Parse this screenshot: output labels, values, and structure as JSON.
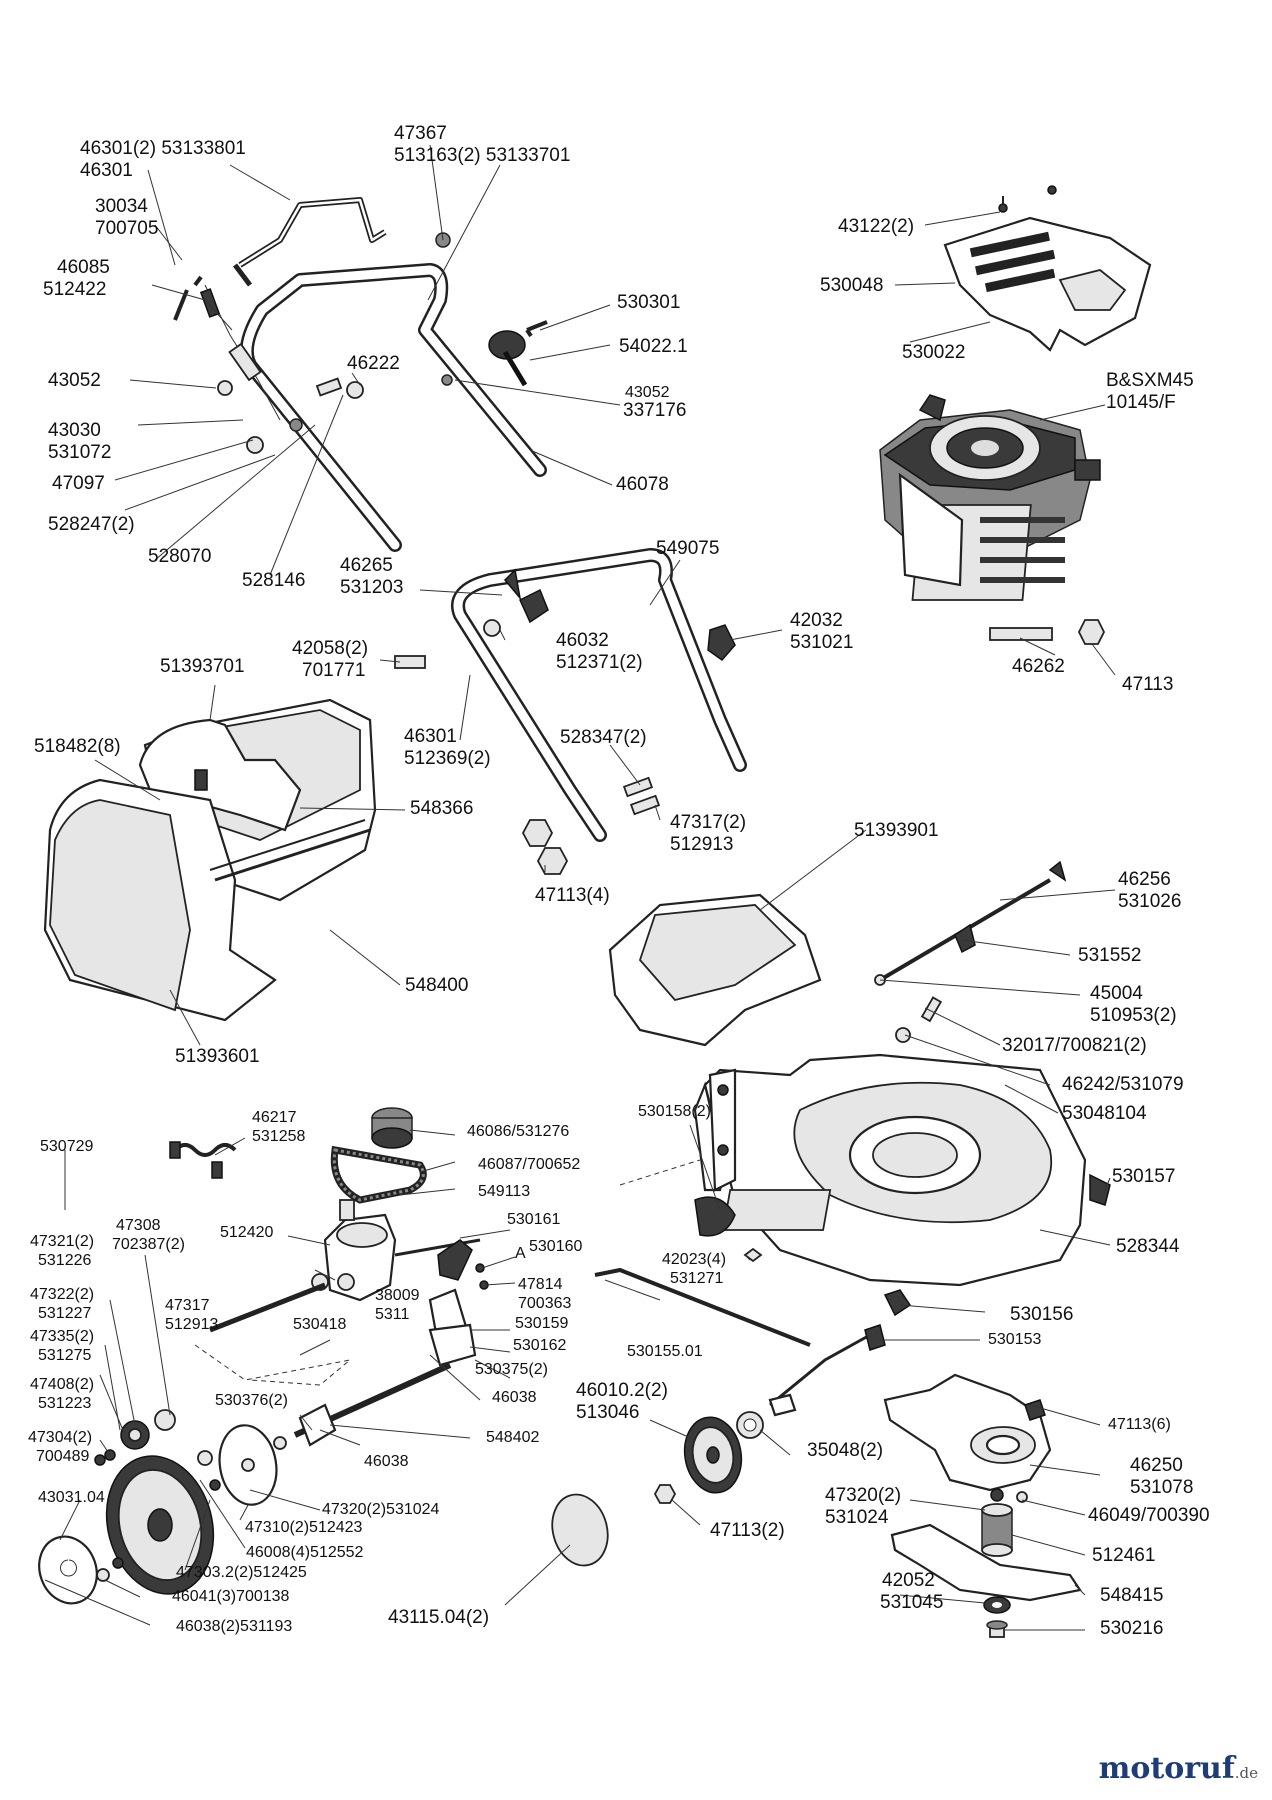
{
  "watermark": {
    "brand": "motoruf",
    "tld": ".de"
  },
  "labels": {
    "l01": {
      "lines": [
        "46301(2) 53133801",
        "46301"
      ]
    },
    "l02": {
      "lines": [
        "47367",
        "513163(2) 53133701"
      ]
    },
    "l03": {
      "lines": [
        "30034",
        "700705"
      ]
    },
    "l04": {
      "lines": [
        "46085",
        "512422"
      ]
    },
    "l05": {
      "lines": [
        "43052"
      ]
    },
    "l06": {
      "lines": [
        "43030",
        "531072"
      ]
    },
    "l07": {
      "lines": [
        "47097"
      ]
    },
    "l08": {
      "lines": [
        "528247(2)"
      ]
    },
    "l09": {
      "lines": [
        "528070"
      ]
    },
    "l10": {
      "lines": [
        "528146"
      ]
    },
    "l11": {
      "lines": [
        "46222"
      ]
    },
    "l12": {
      "lines": [
        "530301"
      ]
    },
    "l13": {
      "lines": [
        "54022.1"
      ]
    },
    "l14": {
      "lines": [
        "43052"
      ]
    },
    "l15": {
      "lines": [
        "337176"
      ]
    },
    "l16": {
      "lines": [
        "46078"
      ]
    },
    "l17": {
      "lines": [
        "43122(2)"
      ]
    },
    "l18": {
      "lines": [
        "530048"
      ]
    },
    "l19": {
      "lines": [
        "530022"
      ]
    },
    "l20": {
      "lines": [
        "B&SXM45",
        "10145/F"
      ]
    },
    "l21": {
      "lines": [
        "46265",
        "531203"
      ]
    },
    "l22": {
      "lines": [
        "549075"
      ]
    },
    "l23": {
      "lines": [
        "46032",
        "512371(2)"
      ]
    },
    "l24": {
      "lines": [
        "42032",
        "531021"
      ]
    },
    "l25": {
      "lines": [
        "42058(2)",
        "701771"
      ]
    },
    "l26": {
      "lines": [
        "46262"
      ]
    },
    "l27": {
      "lines": [
        "47113"
      ]
    },
    "l28": {
      "lines": [
        "51393701"
      ]
    },
    "l29": {
      "lines": [
        "518482(8)"
      ]
    },
    "l30": {
      "lines": [
        "548366"
      ]
    },
    "l31": {
      "lines": [
        "46301",
        "512369(2)"
      ]
    },
    "l32": {
      "lines": [
        "528347(2)"
      ]
    },
    "l33": {
      "lines": [
        "47317(2)",
        "512913"
      ]
    },
    "l34": {
      "lines": [
        "47113(4)"
      ]
    },
    "l35": {
      "lines": [
        "51393901"
      ]
    },
    "l36": {
      "lines": [
        "46256",
        "531026"
      ]
    },
    "l37": {
      "lines": [
        "531552"
      ]
    },
    "l38": {
      "lines": [
        "45004",
        "510953(2)"
      ]
    },
    "l39": {
      "lines": [
        "32017/700821(2)"
      ]
    },
    "l40": {
      "lines": [
        "548400"
      ]
    },
    "l41": {
      "lines": [
        "51393601"
      ]
    },
    "l42": {
      "lines": [
        "46242/531079"
      ]
    },
    "l43": {
      "lines": [
        "53048104"
      ]
    },
    "l44": {
      "lines": [
        "530729"
      ]
    },
    "l45": {
      "lines": [
        "46217",
        "531258"
      ]
    },
    "l46": {
      "lines": [
        "46086/531276"
      ]
    },
    "l47": {
      "lines": [
        "46087/700652"
      ]
    },
    "l48": {
      "lines": [
        "549113"
      ]
    },
    "l49": {
      "lines": [
        "530158(2)"
      ]
    },
    "l50": {
      "lines": [
        "530157"
      ]
    },
    "l51": {
      "lines": [
        "47308",
        "702387(2)"
      ]
    },
    "l52": {
      "lines": [
        "47321(2)",
        "531226"
      ]
    },
    "l53": {
      "lines": [
        "512420"
      ]
    },
    "l54": {
      "lines": [
        "530161"
      ]
    },
    "l55": {
      "lines": [
        "530160"
      ]
    },
    "l56": {
      "lines": [
        "A"
      ]
    },
    "l57": {
      "lines": [
        "47814",
        "700363"
      ]
    },
    "l58": {
      "lines": [
        "42023(4)",
        "531271"
      ]
    },
    "l59": {
      "lines": [
        "528344"
      ]
    },
    "l60": {
      "lines": [
        "47322(2)",
        "531227"
      ]
    },
    "l61": {
      "lines": [
        "47317",
        "512913"
      ]
    },
    "l62": {
      "lines": [
        "530418"
      ]
    },
    "l63": {
      "lines": [
        "38009",
        "5311"
      ]
    },
    "l64": {
      "lines": [
        "530159"
      ]
    },
    "l65": {
      "lines": [
        "530162"
      ]
    },
    "l66": {
      "lines": [
        "530375(2)"
      ]
    },
    "l67": {
      "lines": [
        "530155.01"
      ]
    },
    "l68": {
      "lines": [
        "530156"
      ]
    },
    "l69": {
      "lines": [
        "530153"
      ]
    },
    "l70": {
      "lines": [
        "47335(2)",
        "531275"
      ]
    },
    "l71": {
      "lines": [
        "47408(2)",
        "531223"
      ]
    },
    "l72": {
      "lines": [
        "530376(2)"
      ]
    },
    "l73": {
      "lines": [
        "46038"
      ]
    },
    "l74": {
      "lines": [
        "46010.2(2)",
        "513046"
      ]
    },
    "l75": {
      "lines": [
        "47113(6)"
      ]
    },
    "l76": {
      "lines": [
        "47304(2)",
        "700489"
      ]
    },
    "l77": {
      "lines": [
        "548402"
      ]
    },
    "l78": {
      "lines": [
        "46038"
      ]
    },
    "l79": {
      "lines": [
        "35048(2)"
      ]
    },
    "l80": {
      "lines": [
        "46250",
        "531078"
      ]
    },
    "l81": {
      "lines": [
        "43031.04"
      ]
    },
    "l82": {
      "lines": [
        "47320(2)531024"
      ]
    },
    "l83": {
      "lines": [
        "47320(2)",
        "531024"
      ]
    },
    "l84": {
      "lines": [
        "46049/700390"
      ]
    },
    "l85": {
      "lines": [
        "47113(2)"
      ]
    },
    "l86": {
      "lines": [
        "47310(2)512423"
      ]
    },
    "l87": {
      "lines": [
        "46008(4)512552"
      ]
    },
    "l88": {
      "lines": [
        "512461"
      ]
    },
    "l89": {
      "lines": [
        "47303.2(2)512425"
      ]
    },
    "l90": {
      "lines": [
        "42052",
        "531045"
      ]
    },
    "l91": {
      "lines": [
        "548415"
      ]
    },
    "l92": {
      "lines": [
        "46041(3)700138"
      ]
    },
    "l93": {
      "lines": [
        "43115.04(2)"
      ]
    },
    "l94": {
      "lines": [
        "530216"
      ]
    },
    "l95": {
      "lines": [
        "46038(2)531193"
      ]
    }
  }
}
